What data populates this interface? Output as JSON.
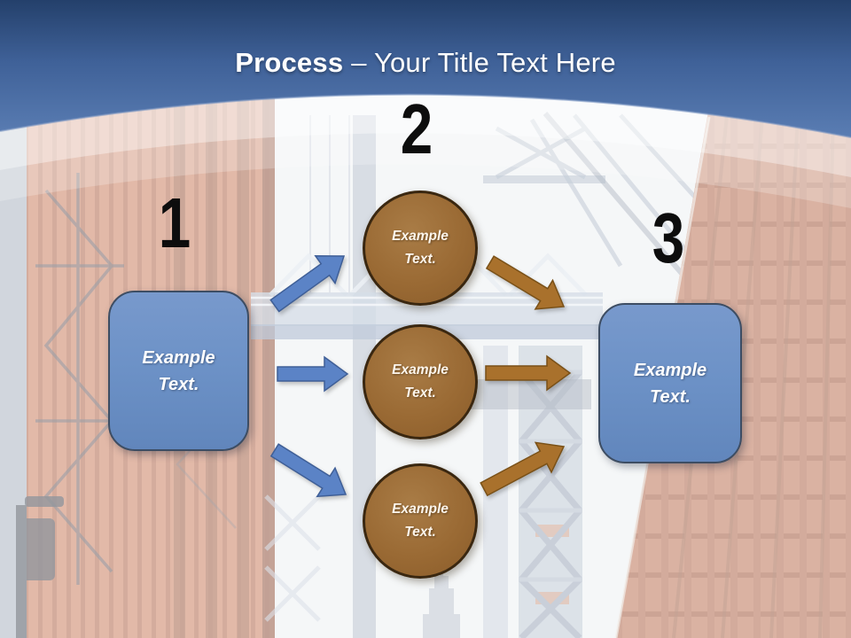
{
  "slide": {
    "title": {
      "emphasis": "Process",
      "rest": "– Your Title Text Here"
    }
  },
  "colors": {
    "title_color": "#ffffff",
    "number_color": "#0d0d0d",
    "header_top": "#24406b",
    "header_bottom": "#5a7db3",
    "box_fill": "#6d92c7",
    "box_border": "#3d4d63",
    "circle_fill": "#9a6a34",
    "circle_border": "#3a2710",
    "arrow_blue": "#5b83c6",
    "arrow_blue_edge": "#3f5f97",
    "arrow_brown": "#a9712c",
    "arrow_brown_edge": "#7a5118"
  },
  "diagram": {
    "numbers": [
      {
        "value": "1"
      },
      {
        "value": "2"
      },
      {
        "value": "3"
      }
    ],
    "left_box": {
      "label": "Example Text."
    },
    "right_box": {
      "label": "Example Text."
    },
    "circles": [
      {
        "label": "Example Text."
      },
      {
        "label": "Example Text."
      },
      {
        "label": "Example Text."
      }
    ]
  }
}
